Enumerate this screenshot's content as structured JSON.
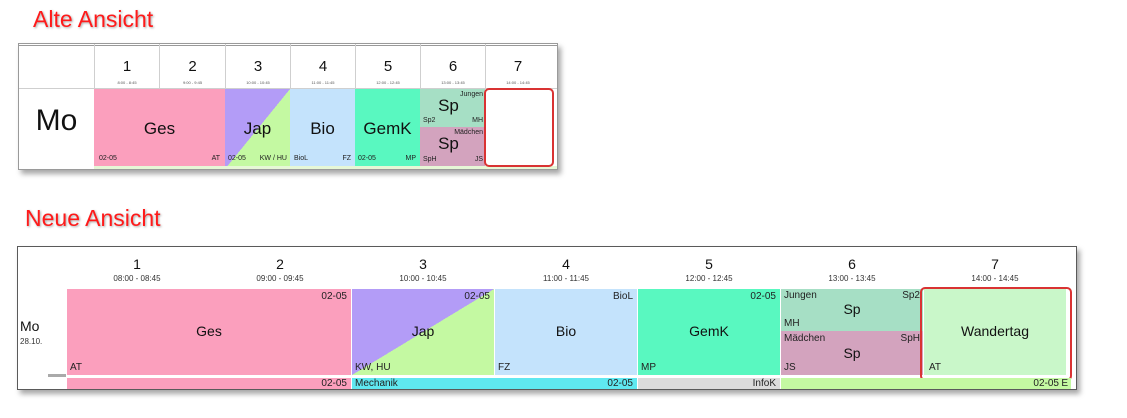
{
  "headings": {
    "old": "Alte Ansicht",
    "new": "Neue Ansicht"
  },
  "colors": {
    "ges": "#fb9fbd",
    "jap_purple": "#b39cf7",
    "jap_green": "#c4f9a2",
    "bio": "#c4e3fc",
    "gemk": "#59f8c0",
    "sp_boys": "#a6dfc5",
    "sp_girls": "#d3a3be",
    "wandertag": "#c9f7c9",
    "mechanik": "#5fe8f0",
    "infok": "#dcdcdc",
    "highlight": "#d93333"
  },
  "old_view": {
    "day": "Mo",
    "periods": [
      {
        "num": "1",
        "time": "8:00 - 8:45"
      },
      {
        "num": "2",
        "time": "9:00 - 9:45"
      },
      {
        "num": "3",
        "time": "10:00 - 10:45"
      },
      {
        "num": "4",
        "time": "11:00 - 11:45"
      },
      {
        "num": "5",
        "time": "12:00 - 12:45"
      },
      {
        "num": "6",
        "time": "13:00 - 13:45"
      },
      {
        "num": "7",
        "time": "14:00 - 14:45"
      }
    ],
    "lessons": {
      "ges": {
        "subject": "Ges",
        "room": "02-05",
        "teacher": "AT"
      },
      "jap": {
        "subject": "Jap",
        "room": "02-05",
        "teacher": "KW / HU"
      },
      "bio": {
        "subject": "Bio",
        "room": "BioL",
        "teacher": "FZ"
      },
      "gemk": {
        "subject": "GemK",
        "room": "02-05",
        "teacher": "MP"
      },
      "sp_boys": {
        "subject": "Sp",
        "group": "Jungen",
        "room": "Sp2",
        "teacher": "MH"
      },
      "sp_girls": {
        "subject": "Sp",
        "group": "Mädchen",
        "room": "SpH",
        "teacher": "JS"
      }
    }
  },
  "new_view": {
    "day": "Mo",
    "date": "28.10.",
    "periods": [
      {
        "num": "1",
        "time": "08:00 - 08:45"
      },
      {
        "num": "2",
        "time": "09:00 - 09:45"
      },
      {
        "num": "3",
        "time": "10:00 - 10:45"
      },
      {
        "num": "4",
        "time": "11:00 - 11:45"
      },
      {
        "num": "5",
        "time": "12:00 - 12:45"
      },
      {
        "num": "6",
        "time": "13:00 - 13:45"
      },
      {
        "num": "7",
        "time": "14:00 - 14:45"
      }
    ],
    "lessons": {
      "ges": {
        "subject": "Ges",
        "room": "02-05",
        "teacher": "AT"
      },
      "jap": {
        "subject": "Jap",
        "room": "02-05",
        "teacher": "KW, HU"
      },
      "bio": {
        "subject": "Bio",
        "room": "BioL",
        "teacher": "FZ"
      },
      "gemk": {
        "subject": "GemK",
        "room": "02-05",
        "teacher": "MP"
      },
      "sp_boys": {
        "subject": "Sp",
        "group": "Jungen",
        "room": "Sp2",
        "teacher": "MH"
      },
      "sp_girls": {
        "subject": "Sp",
        "group": "Mädchen",
        "room": "SpH",
        "teacher": "JS"
      },
      "wandertag": {
        "subject": "Wandertag",
        "teacher": "AT"
      }
    },
    "next_row": {
      "room1": "02-05",
      "mechanik": "Mechanik",
      "room2": "02-05",
      "infok": "InfoK",
      "room3": "02-05",
      "trail": "E"
    }
  }
}
